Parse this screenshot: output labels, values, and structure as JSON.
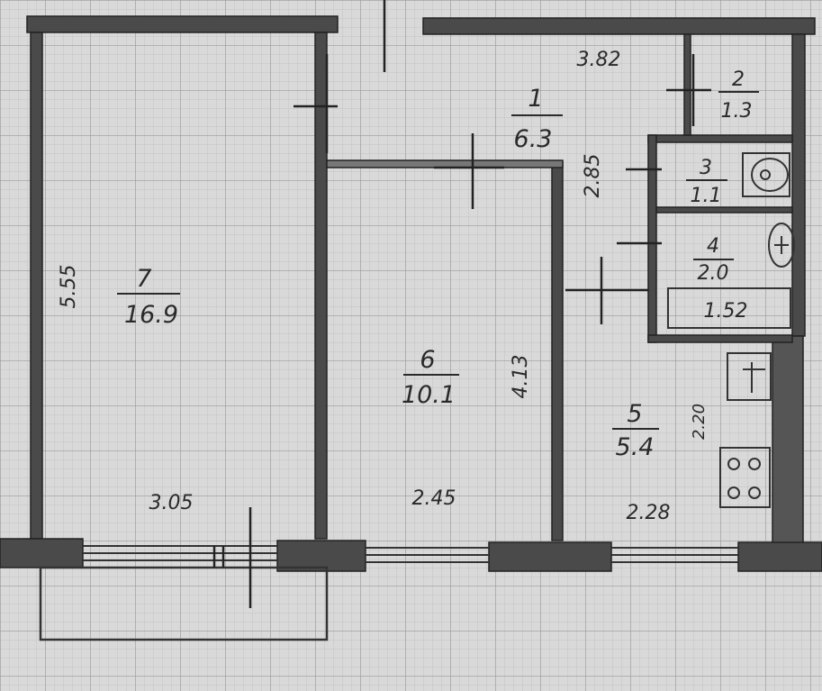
{
  "rooms": [
    {
      "number": "1",
      "area": "6.3"
    },
    {
      "number": "2",
      "area": "1.3"
    },
    {
      "number": "3",
      "area": "1.1"
    },
    {
      "number": "4",
      "area": "2.0"
    },
    {
      "number": "5",
      "area": "5.4"
    },
    {
      "number": "6",
      "area": "10.1"
    },
    {
      "number": "7",
      "area": "16.9"
    }
  ],
  "dimensions": {
    "top_width": "3.82",
    "left_room_height": "5.55",
    "left_room_width": "3.05",
    "middle_room_width": "2.45",
    "middle_room_height": "4.13",
    "hall_height": "2.85",
    "kitchen_width": "2.28",
    "kitchen_height": "2.20",
    "bath_width": "1.52",
    "bath_small": "1.3"
  },
  "colors": {
    "background": "#d9d9d9",
    "grid_fine": "#bdbdbd",
    "grid_major": "#9a9a9a",
    "wall": "#4a4a4a",
    "ink": "#2a2a2a"
  }
}
